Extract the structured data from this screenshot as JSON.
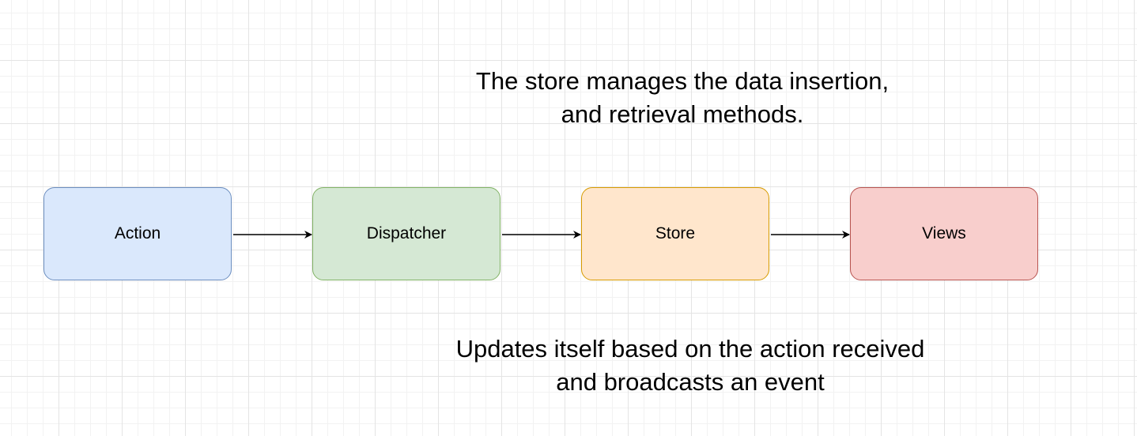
{
  "diagram": {
    "nodes": [
      {
        "id": "action",
        "label": "Action",
        "fill": "#dae8fc",
        "stroke": "#6c8ebf"
      },
      {
        "id": "dispatcher",
        "label": "Dispatcher",
        "fill": "#d5e8d4",
        "stroke": "#82b366"
      },
      {
        "id": "store",
        "label": "Store",
        "fill": "#ffe6cc",
        "stroke": "#d79b00"
      },
      {
        "id": "views",
        "label": "Views",
        "fill": "#f8cecc",
        "stroke": "#b85450"
      }
    ],
    "edges": [
      {
        "from": "action",
        "to": "dispatcher"
      },
      {
        "from": "dispatcher",
        "to": "store"
      },
      {
        "from": "store",
        "to": "views"
      }
    ],
    "annotations": {
      "top": {
        "line1": "The store manages the data insertion,",
        "line2": "and retrieval methods."
      },
      "bottom": {
        "line1": "Updates itself based on the action received",
        "line2": "and broadcasts an event"
      }
    }
  }
}
